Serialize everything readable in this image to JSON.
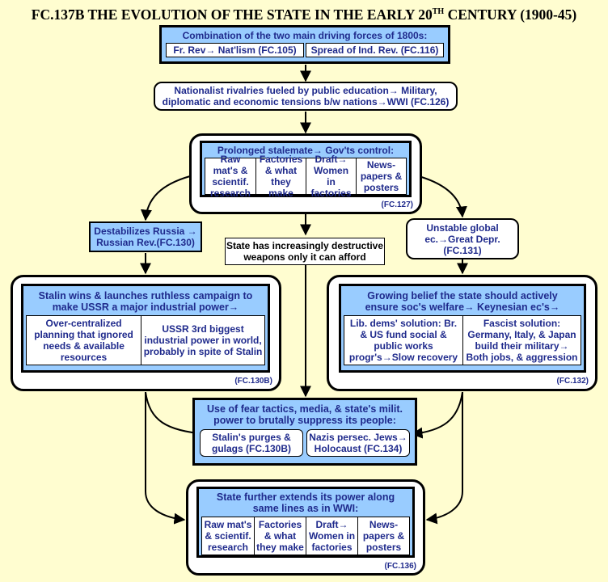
{
  "title": {
    "main": "FC.137B THE EVOLUTION OF THE STATE IN THE EARLY 20",
    "sup": "TH",
    "rest": " CENTURY (1900-45)"
  },
  "top": {
    "heading": "Combination of the two main driving forces of 1800s:",
    "left": "Fr. Rev→ Nat'lism  (FC.105)",
    "right": "Spread of Ind. Rev. (FC.116)"
  },
  "nationalist": {
    "line1": "Nationalist rivalries fueled by public education→ Military,",
    "line2": "diplomatic and economic tensions b/w nations→WWI  (FC.126)"
  },
  "stalemate": {
    "heading": "Prolonged stalemate→ Gov'ts control:",
    "cells": [
      "Raw mat's & scientif. research",
      "Factories & what they make",
      "Draft→ Women in factories",
      "News-papers & posters"
    ],
    "ref": "(FC.127)"
  },
  "destabilizes": {
    "line1": "Destabilizes Russia →",
    "line2": "Russian Rev.(FC.130)"
  },
  "weapons": {
    "line1": "State has increasingly destructive",
    "line2": "weapons only it can afford"
  },
  "unstable": {
    "line1": "Unstable global",
    "line2": "ec.→Great Depr.",
    "line3": "(FC.131)"
  },
  "stalin": {
    "line1": "Stalin wins & launches ruthless campaign to",
    "line2": "make USSR a major industrial power→",
    "left": "Over-centralized planning that ignored needs & available resources",
    "right": "USSR 3rd biggest industrial power in world, probably in spite of Stalin",
    "ref": "(FC.130B)"
  },
  "belief": {
    "line1": "Growing belief the state should actively",
    "line2": "ensure soc's welfare→ Keynesian ec's→",
    "left": "Lib. dems' solution: Br. & US fund social & public works progr's→Slow recovery",
    "right": "Fascist solution: Germany, Italy, & Japan build their military→ Both jobs, & aggression",
    "ref": "(FC.132)"
  },
  "fear": {
    "line1": "Use of fear tactics, media, & state's milit.",
    "line2": "power to brutally suppress its people:",
    "left": "Stalin's purges & gulags (FC.130B)",
    "right": "Nazis persec. Jews→ Holocaust (FC.134)"
  },
  "extends": {
    "line1": "State further extends its power along",
    "line2": "same lines as in WWI:",
    "cells": [
      "Raw mat's & scientif. research",
      "Factories & what they make",
      "Draft→ Women in factories",
      "News-papers & posters"
    ],
    "ref": "(FC.136)"
  }
}
